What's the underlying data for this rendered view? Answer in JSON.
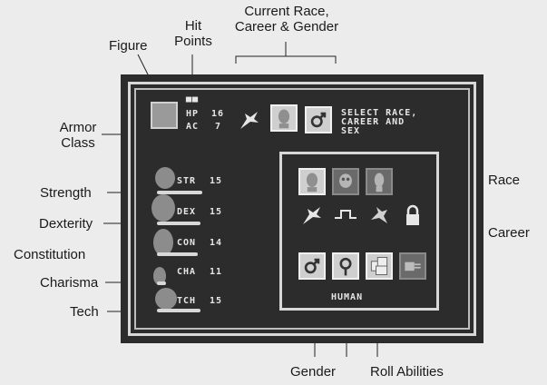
{
  "callouts": {
    "figure": "Figure",
    "hit_points": "Hit\nPoints",
    "current_race": "Current Race,\nCareer & Gender",
    "armor_class": "Armor\nClass",
    "strength": "Strength",
    "dexterity": "Dexterity",
    "constitution": "Constitution",
    "charisma": "Charisma",
    "tech": "Tech",
    "race": "Race",
    "career": "Career",
    "gender": "Gender",
    "roll_abilities": "Roll Abilities"
  },
  "screen": {
    "hp_label": "HP",
    "hp_value": "16",
    "ac_label": "AC",
    "ac_value": "7",
    "prompt": "SELECT RACE,\nCAREER AND\nSEX",
    "race_name": "HUMAN",
    "stats": [
      {
        "label": "STR",
        "value": "15",
        "fill": 0.62
      },
      {
        "label": "DEX",
        "value": "15",
        "fill": 0.6
      },
      {
        "label": "CON",
        "value": "14",
        "fill": 0.56
      },
      {
        "label": "CHA",
        "value": "11",
        "fill": 0.12
      },
      {
        "label": "TCH",
        "value": "15",
        "fill": 0.6
      }
    ]
  },
  "icons": {
    "figure": "character-figure-icon",
    "career_current": "rocketjock-icon",
    "race_current": "human-face-icon",
    "gender_current": "male-symbol-icon",
    "race_options": [
      "human-face-icon",
      "tinker-face-icon",
      "desert-runner-face-icon"
    ],
    "career_options": [
      "rocketjock-icon",
      "medic-icon",
      "warrior-icon",
      "locked-icon"
    ],
    "bottom_row": [
      "male-symbol-icon",
      "female-symbol-icon",
      "roll-abilities-dice-icon",
      "exit-hand-icon"
    ]
  },
  "colors": {
    "screen_bg": "#2c2c2c",
    "frame": "#d8d8d8",
    "text": "#e6e6e6",
    "page_bg": "#ececec"
  }
}
